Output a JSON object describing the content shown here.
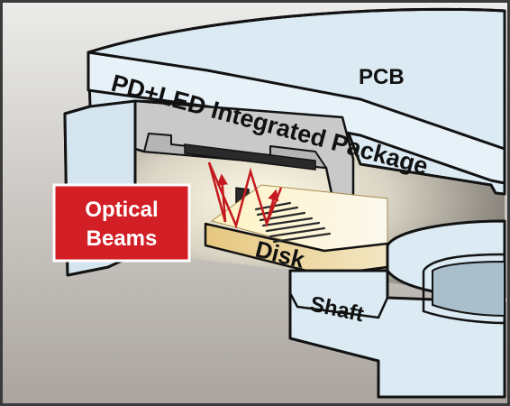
{
  "labels": {
    "pcb": "PCB",
    "package": "PD+LED Integrated Package",
    "beams_line1": "Optical",
    "beams_line2": "Beams",
    "disk": "Disk",
    "shaft": "Shaft"
  },
  "colors": {
    "background_top": "#ececea",
    "background_bottom": "#aaa49e",
    "housing_fill": "#dbeaf3",
    "housing_stroke": "#121212",
    "package_cavity": "#c9c9c9",
    "chip": "#2a2a2a",
    "disk_top": "#fff6d0",
    "disk_front": "#e3c98a",
    "beam": "#c41a1f",
    "callout_bg": "#d21f25",
    "callout_text": "#ffffff",
    "frame": "#3a3a3a"
  }
}
